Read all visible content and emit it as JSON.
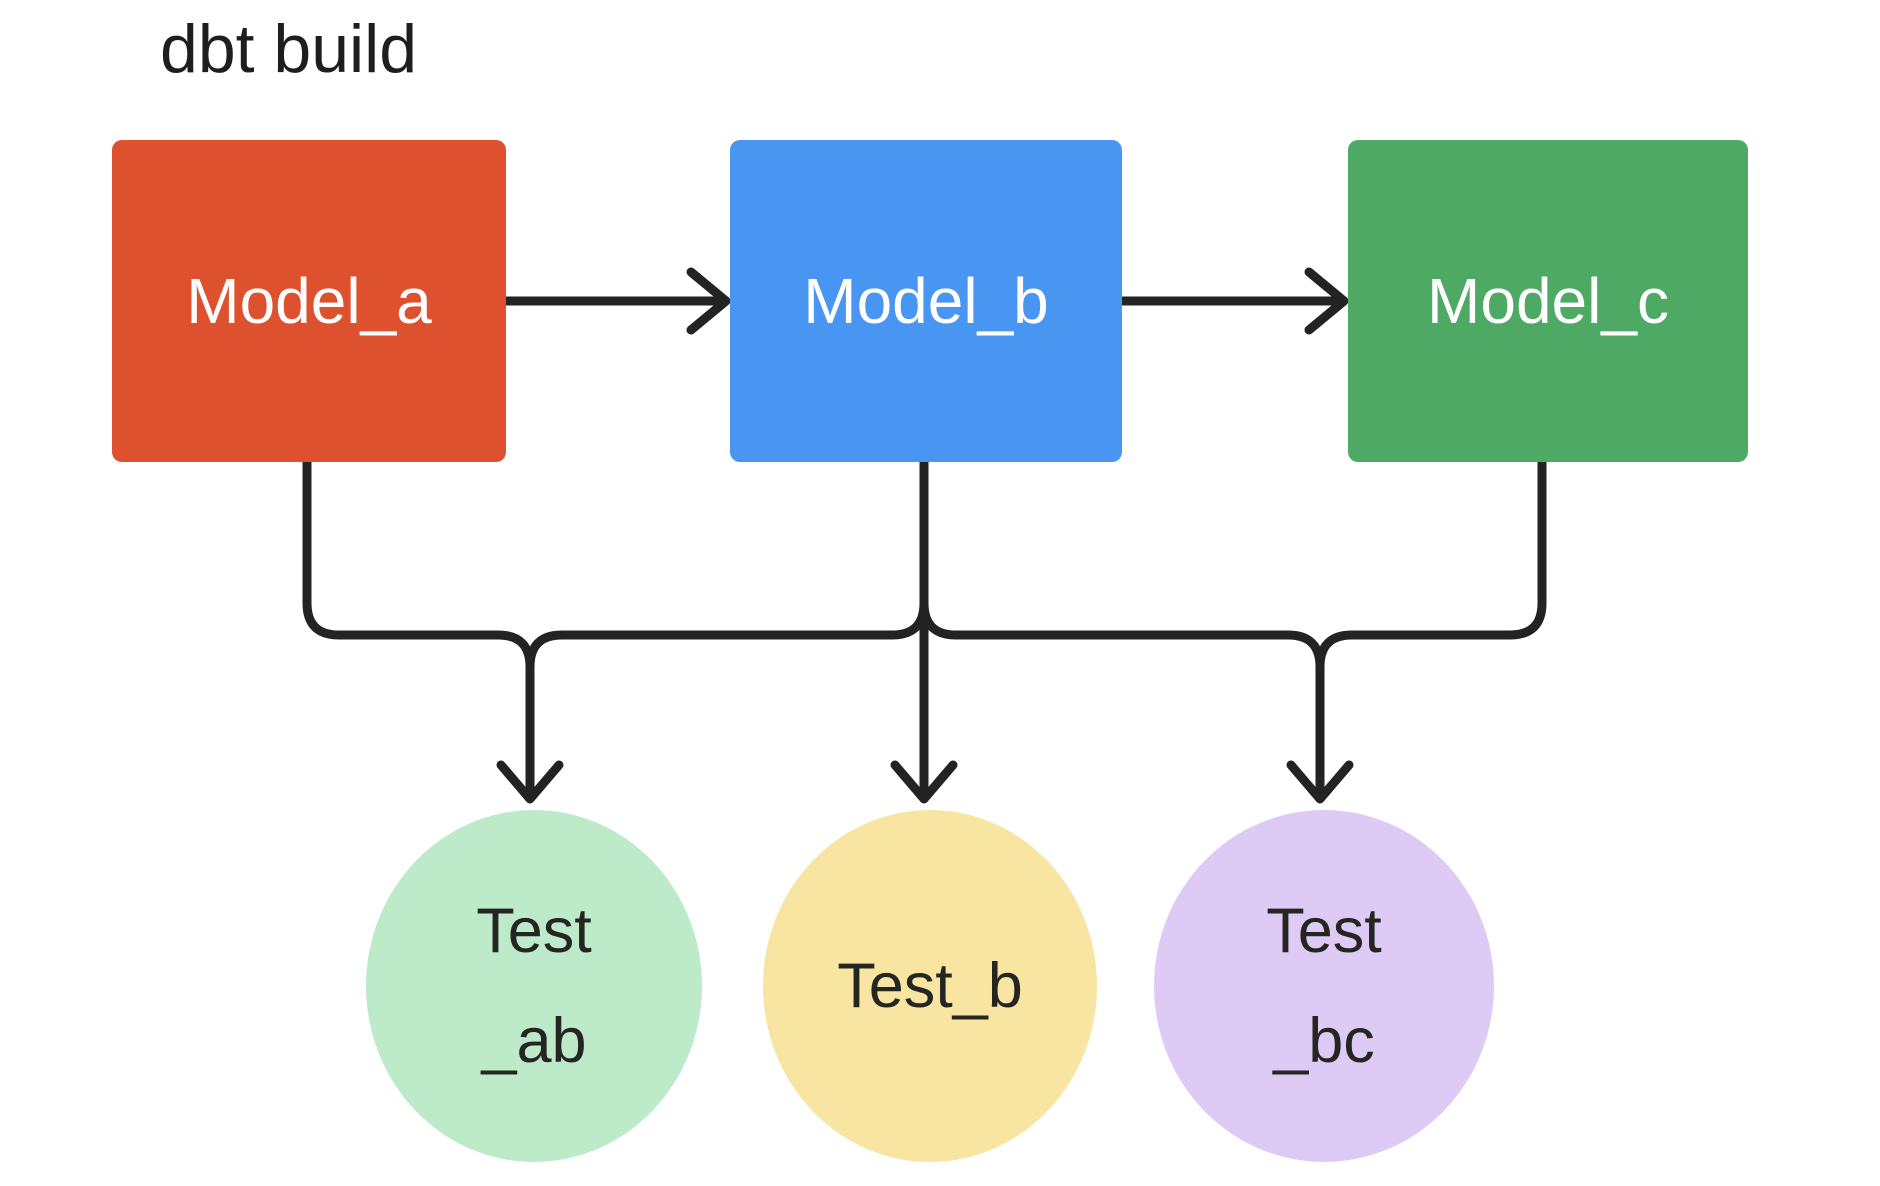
{
  "title": "dbt build",
  "colors": {
    "background": "#FFFFFF",
    "title_text": "#1E1E1E",
    "stroke": "#232323",
    "model_text": "#FFFFFF",
    "test_text": "#252521",
    "model_a": "#DD512F",
    "model_b": "#4896F2",
    "model_c": "#4EA964",
    "test_ab": "#BDEBC9",
    "test_b": "#F7E5A1",
    "test_bc": "#DECBF5"
  },
  "models": [
    {
      "id": "model_a",
      "label": "Model_a"
    },
    {
      "id": "model_b",
      "label": "Model_b"
    },
    {
      "id": "model_c",
      "label": "Model_c"
    }
  ],
  "tests": [
    {
      "id": "test_ab",
      "lines": [
        "Test",
        "_ab"
      ]
    },
    {
      "id": "test_b",
      "lines": [
        "Test_b"
      ]
    },
    {
      "id": "test_bc",
      "lines": [
        "Test",
        "_bc"
      ]
    }
  ],
  "edges": [
    {
      "from": "model_a",
      "to": "model_b"
    },
    {
      "from": "model_b",
      "to": "model_c"
    },
    {
      "from": "model_a",
      "to": "test_ab"
    },
    {
      "from": "model_b",
      "to": "test_ab"
    },
    {
      "from": "model_b",
      "to": "test_b"
    },
    {
      "from": "model_b",
      "to": "test_bc"
    },
    {
      "from": "model_c",
      "to": "test_bc"
    }
  ]
}
